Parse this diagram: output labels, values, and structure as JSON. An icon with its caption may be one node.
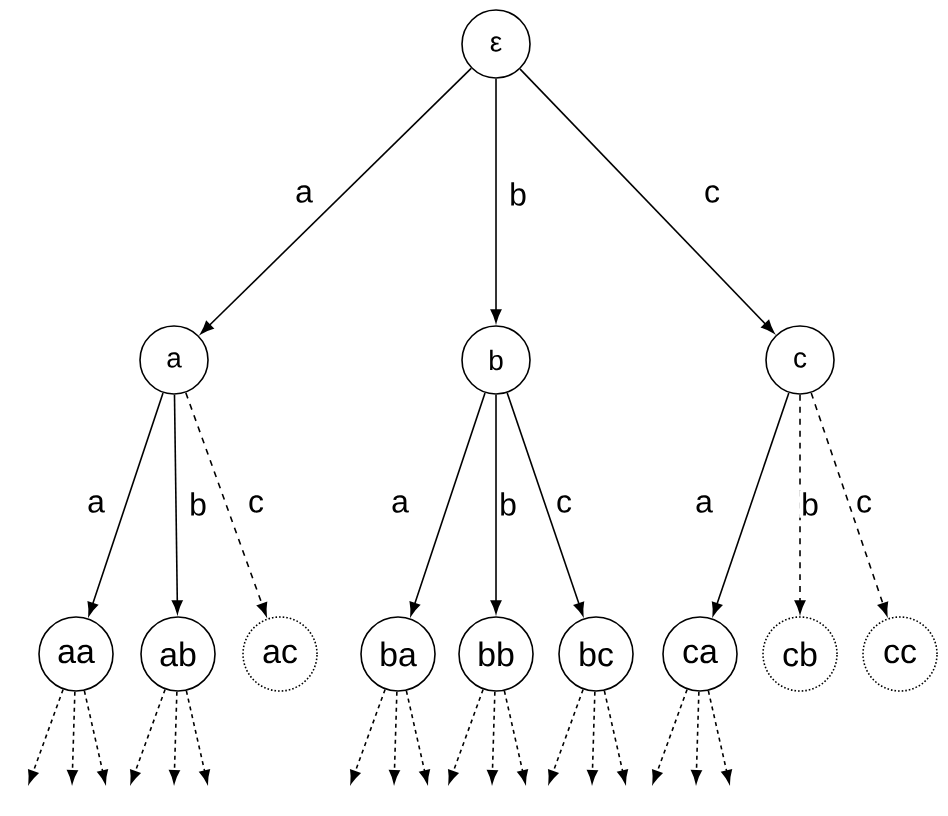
{
  "diagram": {
    "nodes": [
      {
        "text": [
          "ε"
        ]
      },
      {
        "text": [
          "a"
        ]
      },
      {
        "text": [
          "b"
        ]
      },
      {
        "text": [
          "c"
        ]
      },
      {
        "text": [
          "aa"
        ]
      },
      {
        "text": [
          "ab"
        ]
      },
      {
        "text": [
          "ac"
        ]
      },
      {
        "text": [
          "ba"
        ]
      },
      {
        "text": [
          "bb"
        ]
      },
      {
        "text": [
          "bc"
        ]
      },
      {
        "text": [
          "ca"
        ]
      },
      {
        "text": [
          "cb"
        ]
      },
      {
        "text": [
          "cc"
        ]
      }
    ],
    "edges": [
      {
        "from": 0,
        "to": 1,
        "arrow": "to",
        "label": "a"
      },
      {
        "from": 0,
        "to": 2,
        "arrow": "to",
        "label": "b"
      },
      {
        "from": 0,
        "to": 3,
        "arrow": "to",
        "label": "c"
      },
      {
        "from": 1,
        "to": 4,
        "arrow": "to",
        "label": "a"
      },
      {
        "from": 1,
        "to": 5,
        "arrow": "to",
        "label": "b"
      },
      {
        "from": 1,
        "to": 6,
        "arrow": "to",
        "label": "c",
        "style": "dashed"
      },
      {
        "from": 2,
        "to": 7,
        "arrow": "to",
        "label": "a"
      },
      {
        "from": 2,
        "to": 8,
        "arrow": "to",
        "label": "b"
      },
      {
        "from": 2,
        "to": 9,
        "arrow": "to",
        "label": "c"
      },
      {
        "from": 3,
        "to": 10,
        "arrow": "to",
        "label": "a"
      },
      {
        "from": 3,
        "to": 11,
        "arrow": "to",
        "label": "b",
        "style": "dashed"
      },
      {
        "from": 3,
        "to": 12,
        "arrow": "to",
        "label": "c",
        "style": "dashed"
      },
      {
        "from": 4,
        "to": null,
        "arrow": "to",
        "style": "dashed"
      },
      {
        "from": 4,
        "to": null,
        "arrow": "to",
        "style": "dashed"
      },
      {
        "from": 4,
        "to": null,
        "arrow": "to",
        "style": "dashed"
      },
      {
        "from": 5,
        "to": null,
        "arrow": "to",
        "style": "dashed"
      },
      {
        "from": 5,
        "to": null,
        "arrow": "to",
        "style": "dashed"
      },
      {
        "from": 5,
        "to": null,
        "arrow": "to",
        "style": "dashed"
      },
      {
        "from": 7,
        "to": null,
        "arrow": "to",
        "style": "dashed"
      },
      {
        "from": 7,
        "to": null,
        "arrow": "to",
        "style": "dashed"
      },
      {
        "from": 7,
        "to": null,
        "arrow": "to",
        "style": "dashed"
      },
      {
        "from": 8,
        "to": null,
        "arrow": "to",
        "style": "dashed"
      },
      {
        "from": 8,
        "to": null,
        "arrow": "to",
        "style": "dashed"
      },
      {
        "from": 8,
        "to": null,
        "arrow": "to",
        "style": "dashed"
      },
      {
        "from": 9,
        "to": null,
        "arrow": "to",
        "style": "dashed"
      },
      {
        "from": 9,
        "to": null,
        "arrow": "to",
        "style": "dashed"
      },
      {
        "from": 9,
        "to": null,
        "arrow": "to",
        "style": "dashed"
      },
      {
        "from": 10,
        "to": null,
        "arrow": "to",
        "style": "dashed"
      },
      {
        "from": 10,
        "to": null,
        "arrow": "to",
        "style": "dashed"
      },
      {
        "from": 10,
        "to": null,
        "arrow": "to",
        "style": "dashed"
      }
    ]
  }
}
